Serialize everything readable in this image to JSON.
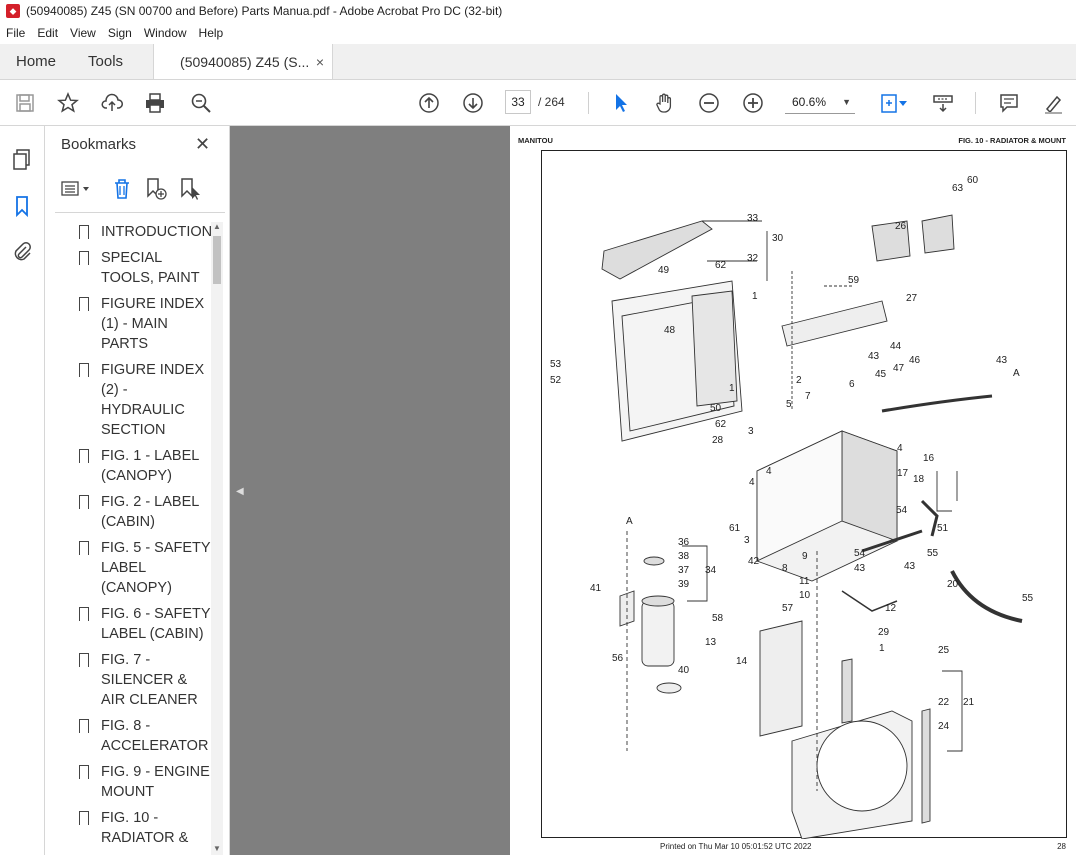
{
  "window": {
    "title": "(50940085) Z45 (SN 00700 and Before) Parts Manua.pdf - Adobe Acrobat Pro DC (32-bit)"
  },
  "menu": [
    "File",
    "Edit",
    "View",
    "Sign",
    "Window",
    "Help"
  ],
  "tabs": {
    "home": "Home",
    "tools": "Tools",
    "document": "(50940085) Z45 (S...",
    "close": "×"
  },
  "toolbar": {
    "page_current": "33",
    "page_total": "/ 264",
    "zoom": "60.6%"
  },
  "bookmarks": {
    "title": "Bookmarks",
    "items": [
      "INTRODUCTION",
      "SPECIAL TOOLS, PAINT",
      "FIGURE INDEX (1) - MAIN PARTS",
      "FIGURE INDEX (2) - HYDRAULIC SECTION",
      "FIG. 1 - LABEL (CANOPY)",
      "FIG. 2 - LABEL (CABIN)",
      "FIG. 5 - SAFETY LABEL (CANOPY)",
      "FIG. 6 - SAFETY LABEL (CABIN)",
      "FIG. 7 - SILENCER & AIR CLEANER",
      "FIG. 8 - ACCELERATOR",
      "FIG. 9 - ENGINE MOUNT",
      "FIG. 10 - RADIATOR &"
    ]
  },
  "page": {
    "header_left": "MANITOU",
    "header_right": "FIG. 10 - RADIATOR & MOUNT",
    "footer_printed": "Printed on  Thu Mar 10 05:01:52 UTC 2022",
    "footer_page": "28",
    "callouts": [
      "33",
      "30",
      "32",
      "62",
      "49",
      "1",
      "48",
      "53",
      "52",
      "50",
      "1",
      "62",
      "28",
      "59",
      "27",
      "26",
      "63",
      "60",
      "43",
      "44",
      "45",
      "47",
      "46",
      "43",
      "A",
      "2",
      "6",
      "5",
      "7",
      "4",
      "3",
      "4",
      "4",
      "61",
      "3",
      "16",
      "17",
      "18",
      "54",
      "51",
      "54",
      "55",
      "20",
      "55",
      "A",
      "36",
      "38",
      "37",
      "34",
      "39",
      "41",
      "56",
      "40",
      "42",
      "9",
      "8",
      "11",
      "10",
      "57",
      "43",
      "43",
      "12",
      "58",
      "13",
      "14",
      "29",
      "1",
      "25",
      "22",
      "21",
      "24"
    ]
  }
}
